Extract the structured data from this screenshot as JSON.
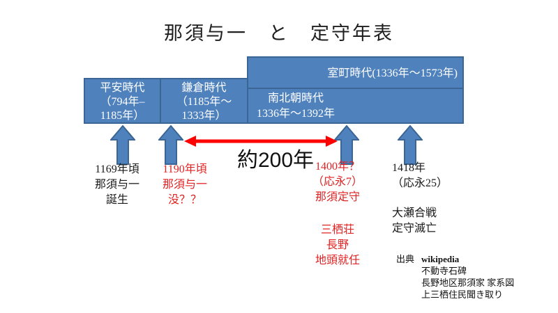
{
  "title": "那須与一　と　定守年表",
  "colors": {
    "box_fill": "#4f81bd",
    "box_border": "#3a6595",
    "red_arrow": "#ff0000",
    "red_text": "#e02222",
    "black_text": "#1a1a1a",
    "background": "#ffffff"
  },
  "periods": {
    "heian": {
      "lines": [
        "平安時代",
        "（794年–",
        "1185年）"
      ]
    },
    "kamakura": {
      "lines": [
        "鎌倉時代",
        "（1185年～",
        "1333年）"
      ]
    },
    "muromachi": {
      "label": "室町時代(1336年～1573年)"
    },
    "nanbokucho": {
      "lines": [
        "南北朝時代",
        "1336年～1392年"
      ]
    }
  },
  "gap_label": "約200年",
  "annotations": {
    "birth": {
      "lines": [
        "1169年頃",
        "那須与一",
        "誕生"
      ]
    },
    "death": {
      "lines": [
        "1190年頃",
        "那須与一",
        "没？？"
      ]
    },
    "sadamori": {
      "lines": [
        "1400年？",
        "（応永7）",
        "那須定守"
      ],
      "lines2": [
        "三栖荘",
        "長野",
        "地頭就任"
      ]
    },
    "metsubo": {
      "lines": [
        "1418年",
        "（応永25）"
      ],
      "lines2": [
        "大瀬合戦",
        "定守滅亡"
      ]
    }
  },
  "source": {
    "label": "出典",
    "items": [
      "wikipedia",
      "不動寺石碑",
      "長野地区那須家 家系図",
      "上三栖住民聞き取り"
    ]
  }
}
